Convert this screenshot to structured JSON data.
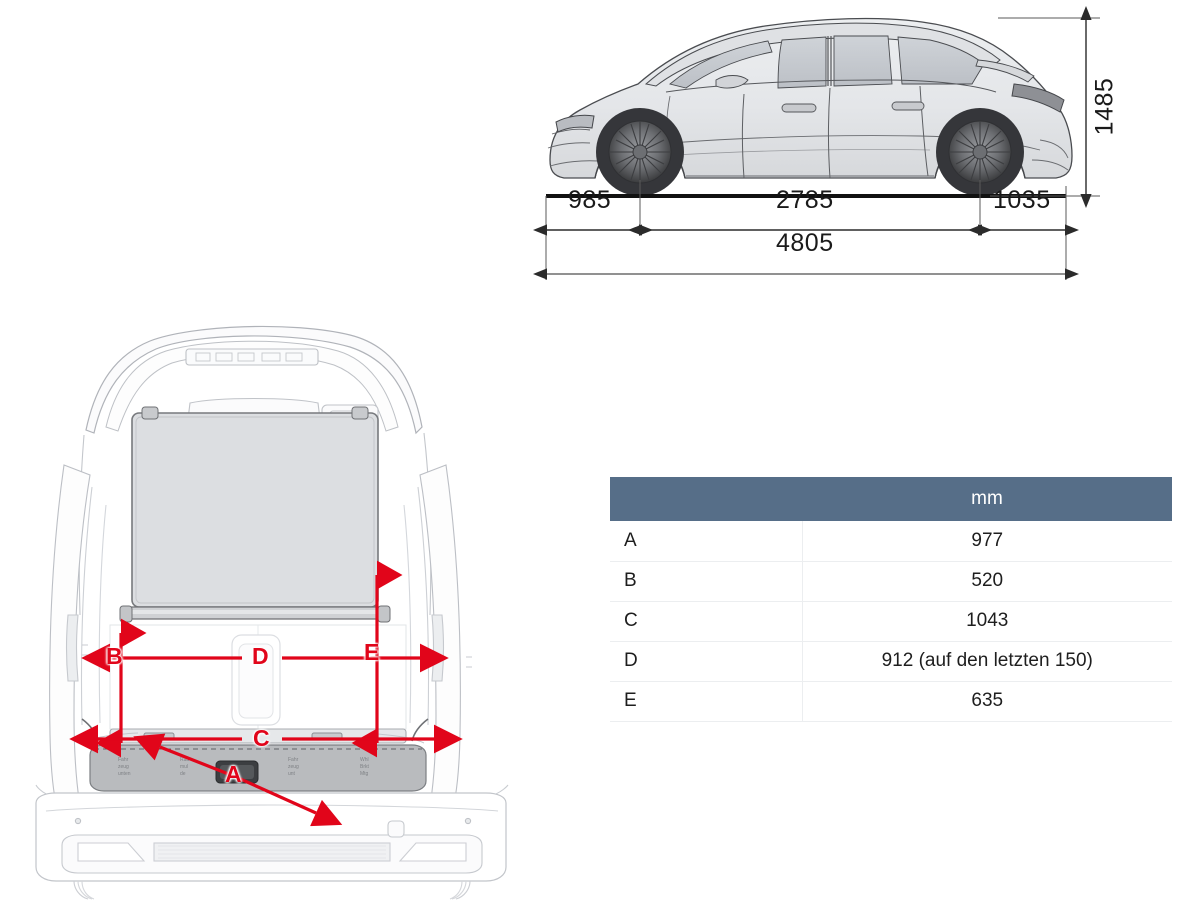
{
  "document": {
    "kind": "vehicle-dimension-drawing",
    "units_note": "mm"
  },
  "side_view": {
    "title": "",
    "vehicle_name": "",
    "dimensions": {
      "front_overhang": "985",
      "wheelbase": "2785",
      "rear_overhang": "1035",
      "total_length": "4805",
      "height": "1485"
    }
  },
  "rear_view": {
    "labels": {
      "a": "A",
      "b": "B",
      "c": "C",
      "d": "D",
      "e": "E"
    }
  },
  "table": {
    "header": {
      "key_col": "",
      "value_col": "mm"
    },
    "rows": [
      {
        "key": "A",
        "value": "977"
      },
      {
        "key": "B",
        "value": "520"
      },
      {
        "key": "C",
        "value": "1043"
      },
      {
        "key": "D",
        "value": "912 (auf den letzten 150)"
      },
      {
        "key": "E",
        "value": "635"
      }
    ]
  },
  "colors": {
    "table_header_bg": "#566e88",
    "annotation_red": "#e1051a",
    "line_dark": "#3a3a3a",
    "body_fill": "#e9eaec",
    "glass_fill": "#c9ccd1",
    "tire_fill": "#4a4a4c"
  }
}
